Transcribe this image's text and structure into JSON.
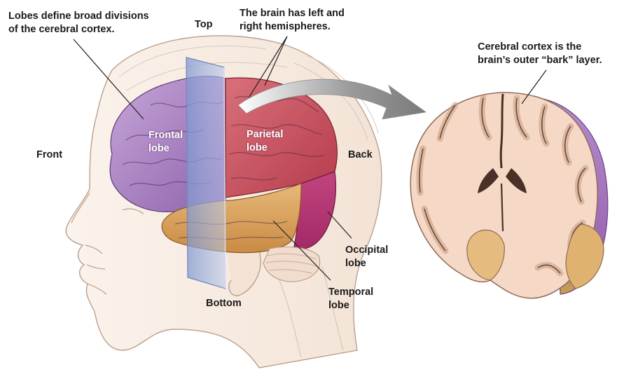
{
  "labels": {
    "lobes_caption": "Lobes define broad divisions\nof the cerebral cortex.",
    "hemispheres_caption": "The brain has left and\nright hemispheres.",
    "cortex_caption": "Cerebral cortex is the\nbrain’s outer “bark” layer.",
    "top": "Top",
    "bottom": "Bottom",
    "front": "Front",
    "back": "Back",
    "frontal_lobe": "Frontal\nlobe",
    "parietal_lobe": "Parietal\nlobe",
    "occipital_lobe": "Occipital\nlobe",
    "temporal_lobe": "Temporal\nlobe"
  },
  "colors": {
    "frontal": "#a77fc0",
    "parietal": "#c75560",
    "occipital": "#b53a78",
    "temporal": "#d9a261",
    "cortex_outer": "#9a67b4",
    "white_matter": "#f5d9c6",
    "skin_outline": "#b9a08d",
    "plane": "#8fa6d6",
    "arrow": "#8a8a8a"
  },
  "icons": {
    "head": "human-head-profile-illustration",
    "brain": "brain-lobes-illustration",
    "plane": "coronal-section-plane",
    "section": "coronal-brain-section-illustration",
    "arrow": "curved-arrow-icon"
  }
}
